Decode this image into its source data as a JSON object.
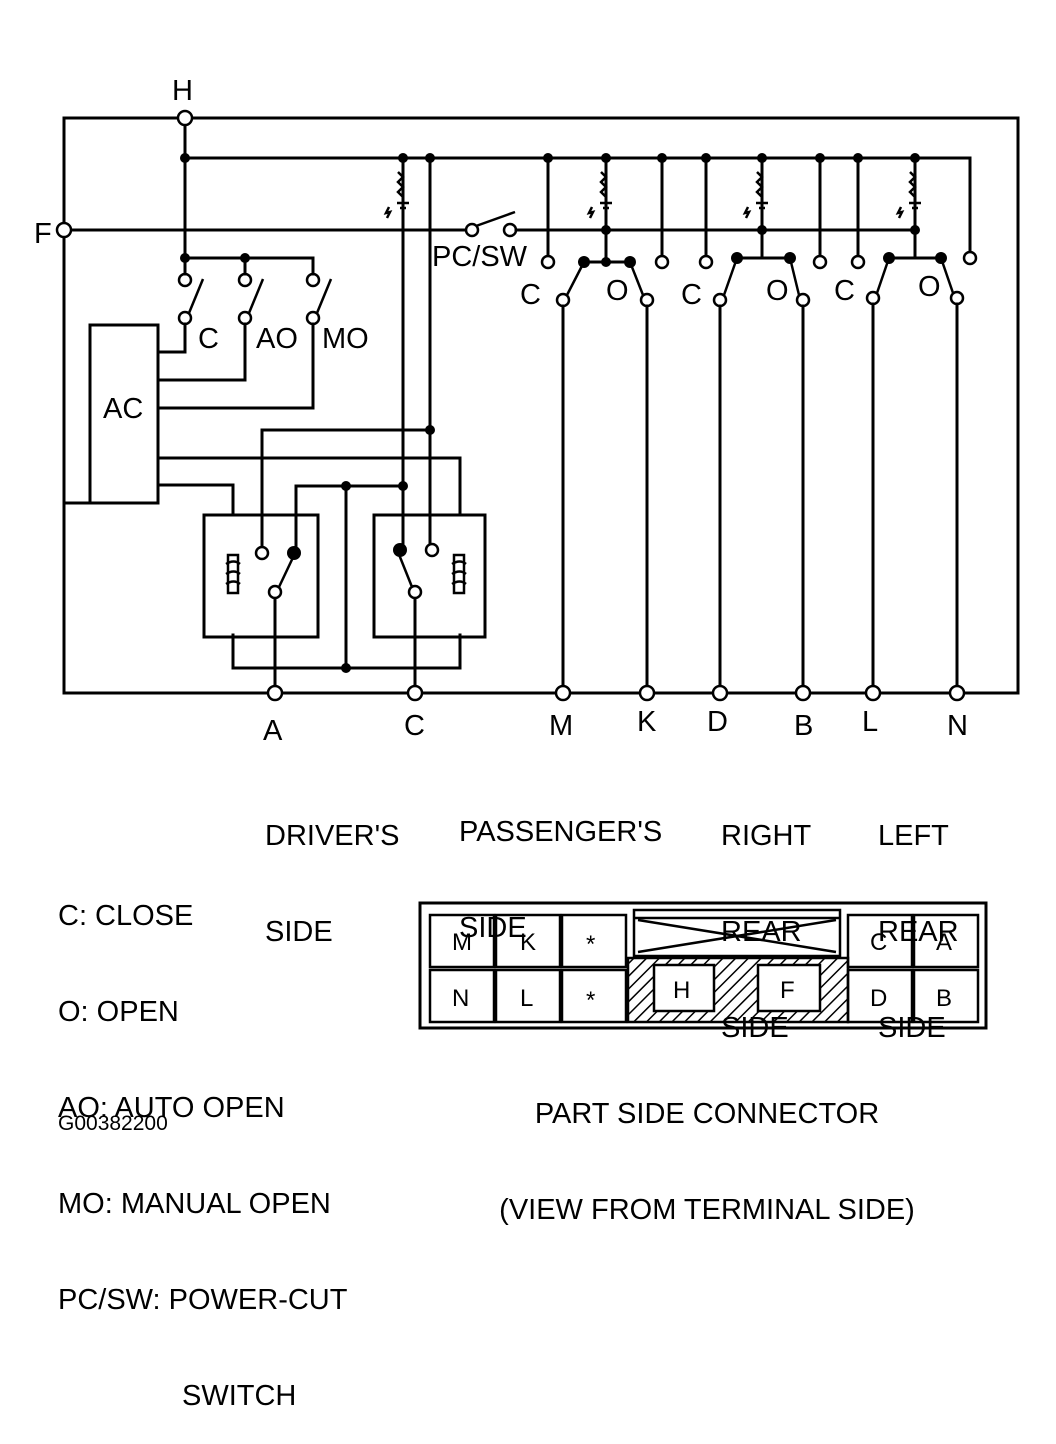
{
  "nodes": {
    "H": "H",
    "F": "F"
  },
  "switch_labels": {
    "pc_sw": "PC/SW",
    "c": "C",
    "ao": "AO",
    "mo": "MO",
    "ac": "AC"
  },
  "contact_labels": {
    "pass_c": "C",
    "pass_o": "O",
    "rr_c": "C",
    "rr_o": "O",
    "lr_c": "C",
    "lr_o": "O"
  },
  "terminals": [
    "A",
    "C",
    "M",
    "K",
    "D",
    "B",
    "L",
    "N"
  ],
  "groups": {
    "driver": [
      "DRIVER'S",
      "SIDE"
    ],
    "passenger": [
      "PASSENGER'S",
      "SIDE"
    ],
    "right_rear": [
      "RIGHT",
      "REAR",
      "SIDE"
    ],
    "left_rear": [
      "LEFT",
      "REAR",
      "SIDE"
    ]
  },
  "legend": [
    "C: CLOSE",
    "O: OPEN",
    "AO: AUTO OPEN",
    "MO: MANUAL OPEN",
    "PC/SW: POWER-CUT",
    "SWITCH"
  ],
  "connector": {
    "row1": [
      "M",
      "K",
      "*",
      "C",
      "A"
    ],
    "row2": [
      "N",
      "L",
      "*",
      "H",
      "F",
      "D",
      "B"
    ],
    "caption": [
      "PART SIDE CONNECTOR",
      "(VIEW FROM TERMINAL SIDE)"
    ]
  },
  "figure_code": "G00382200"
}
